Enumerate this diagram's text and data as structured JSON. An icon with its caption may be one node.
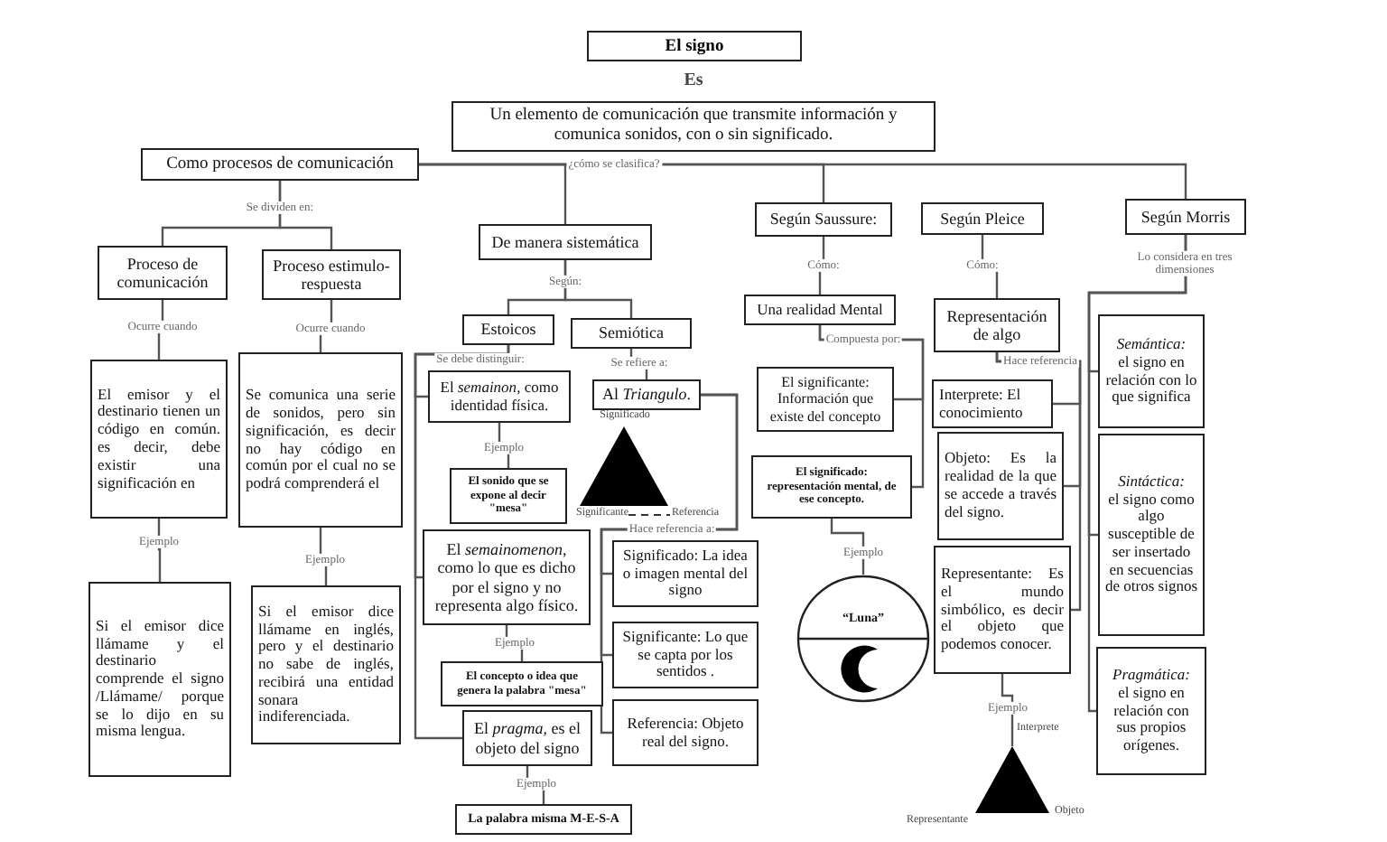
{
  "diagram": {
    "title": "El signo",
    "nodes": [
      {
        "text": [
          "Un elemento de comunicación que transmite información y comunica sonidos, con o sin significado."
        ],
        "beside": [
          "Es"
        ]
      },
      {
        "text": [
          "Como procesos de comunicación"
        ]
      },
      {
        "text": [
          "Proceso de comunicación"
        ]
      },
      {
        "text": [
          "Proceso estimulo-respuesta"
        ]
      },
      {
        "text": [
          "El emisor y el destinario tienen un código en común. es decir, debe existir una significación en"
        ]
      },
      {
        "text": [
          "Se comunica una serie de sonidos, pero sin significación, es decir no hay código en común por el cual no se podrá comprenderá el"
        ]
      },
      {
        "text": [
          "Si el emisor dice llámame y el destinario comprende el signo /Llámame/ porque se lo dijo en su misma lengua."
        ]
      },
      {
        "text": [
          "Si el emisor dice llámame en inglés, pero y el destinario no sabe de inglés, recibirá una entidad sonara indiferenciada."
        ]
      },
      {
        "text": [
          "De manera sistemática"
        ]
      },
      {
        "text": [
          "Estoicos"
        ]
      },
      {
        "text": [
          "Semiótica"
        ]
      },
      {
        "text": [
          "El *semainon*, como identidad física."
        ]
      },
      {
        "text": [
          "El sonido que se expone al decir \"mesa\""
        ]
      },
      {
        "text": [
          "El *semainomenon*, como lo que es dicho por el signo y no representa algo físico."
        ]
      },
      {
        "text": [
          "El concepto o idea que genera la palabra \"mesa\""
        ]
      },
      {
        "text": [
          "El *pragma*, es el objeto del signo"
        ]
      },
      {
        "text": [
          "La palabra misma M-E-S-A"
        ]
      },
      {
        "text": [
          "Al *Triangulo*."
        ]
      },
      {
        "text": [],
        "shape": "triangle"
      },
      {
        "text": [
          "Significado: La idea o imagen mental del signo"
        ]
      },
      {
        "text": [
          "Significante: Lo que se capta por los sentidos ."
        ]
      },
      {
        "text": [
          "Referencia: Objeto real del signo."
        ]
      },
      {
        "text": [
          "Según Saussure:"
        ]
      },
      {
        "text": [
          "Según Pleice"
        ]
      },
      {
        "text": [
          "Una realidad Mental"
        ]
      },
      {
        "text": [
          "Representación de algo"
        ]
      },
      {
        "text": [
          "El significante: Información que existe del concepto"
        ]
      },
      {
        "text": [
          "El significado: representación mental, de ese concepto."
        ]
      },
      {
        "text": [
          "“Luna”"
        ]
      },
      {
        "text": [
          "Interprete: El conocimiento"
        ]
      },
      {
        "text": [
          "Objeto: Es la realidad de la que se accede a través del signo."
        ]
      },
      {
        "text": [
          "Representante: Es el mundo simbólico, es decir el objeto que podemos conocer."
        ]
      },
      {
        "text": [],
        "shape": "triangle"
      },
      {
        "text": [
          "Según Morris"
        ]
      },
      {
        "text": [
          "Semántica:",
          "el signo en relación con lo que significa"
        ]
      },
      {
        "text": [
          "Sintáctica:",
          "el signo como algo susceptible de ser insertado en secuencias de otros signos"
        ]
      },
      {
        "text": [
          "Pragmática:",
          "el signo en relación con sus propios orígenes."
        ]
      }
    ],
    "edges": [
      {
        "from": 1,
        "to": 2,
        "arrow": "none",
        "label": "Se dividen en:"
      },
      {
        "from": 1,
        "to": 3,
        "arrow": "none"
      },
      {
        "from": 2,
        "to": 4,
        "arrow": "none",
        "label": "Ocurre cuando"
      },
      {
        "from": 3,
        "to": 5,
        "arrow": "none",
        "label": "Ocurre cuando"
      },
      {
        "from": 4,
        "to": 6,
        "arrow": "none",
        "label": "Ejemplo"
      },
      {
        "from": 5,
        "to": 7,
        "arrow": "none",
        "label": "Ejemplo"
      },
      {
        "from": 1,
        "to": 8,
        "arrow": "none"
      },
      {
        "from": 1,
        "to": 22,
        "arrow": "none",
        "label": "¿cómo se clasifica?"
      },
      {
        "from": 1,
        "to": 33,
        "arrow": "none"
      },
      {
        "from": 8,
        "to": 9,
        "arrow": "none",
        "label": "Según:"
      },
      {
        "from": 8,
        "to": 10,
        "arrow": "none"
      },
      {
        "from": 9,
        "to": 11,
        "arrow": "none",
        "label": "Se debe distinguir:"
      },
      {
        "from": 9,
        "to": 13,
        "arrow": "none"
      },
      {
        "from": 9,
        "to": 15,
        "arrow": "none"
      },
      {
        "from": 11,
        "to": 12,
        "arrow": "none",
        "label": "Ejemplo"
      },
      {
        "from": 13,
        "to": 14,
        "arrow": "none",
        "label": "Ejemplo"
      },
      {
        "from": 15,
        "to": 16,
        "arrow": "none",
        "label": "Ejemplo"
      },
      {
        "from": 10,
        "to": 17,
        "arrow": "none",
        "label": "Se refiere a:"
      },
      {
        "from": 17,
        "to": 19,
        "arrow": "none",
        "label": "Hace referencia a:"
      },
      {
        "from": 17,
        "to": 20,
        "arrow": "none"
      },
      {
        "from": 17,
        "to": 21,
        "arrow": "none"
      },
      {
        "from": 22,
        "to": 24,
        "arrow": "none",
        "label": "Cómo:"
      },
      {
        "from": 23,
        "to": 25,
        "arrow": "none",
        "label": "Cómo:"
      },
      {
        "from": 24,
        "to": 26,
        "arrow": "none",
        "label": "Compuesta por:"
      },
      {
        "from": 24,
        "to": 27,
        "arrow": "none"
      },
      {
        "from": 27,
        "to": 28,
        "arrow": "none",
        "label": "Ejemplo"
      },
      {
        "from": 25,
        "to": 29,
        "arrow": "none",
        "label": "Hace referencia"
      },
      {
        "from": 25,
        "to": 30,
        "arrow": "none"
      },
      {
        "from": 25,
        "to": 31,
        "arrow": "none"
      },
      {
        "from": 31,
        "to": 32,
        "arrow": "none",
        "label": "Ejemplo"
      },
      {
        "from": 33,
        "to": 34,
        "arrow": "none",
        "label": "Lo considera en tres dimensiones"
      },
      {
        "from": 33,
        "to": 35,
        "arrow": "none"
      },
      {
        "from": 33,
        "to": 36,
        "arrow": "none"
      }
    ],
    "labels": [
      "Significado",
      "Significante",
      "Referencia",
      "Interprete",
      "Representante",
      "Objeto"
    ]
  }
}
